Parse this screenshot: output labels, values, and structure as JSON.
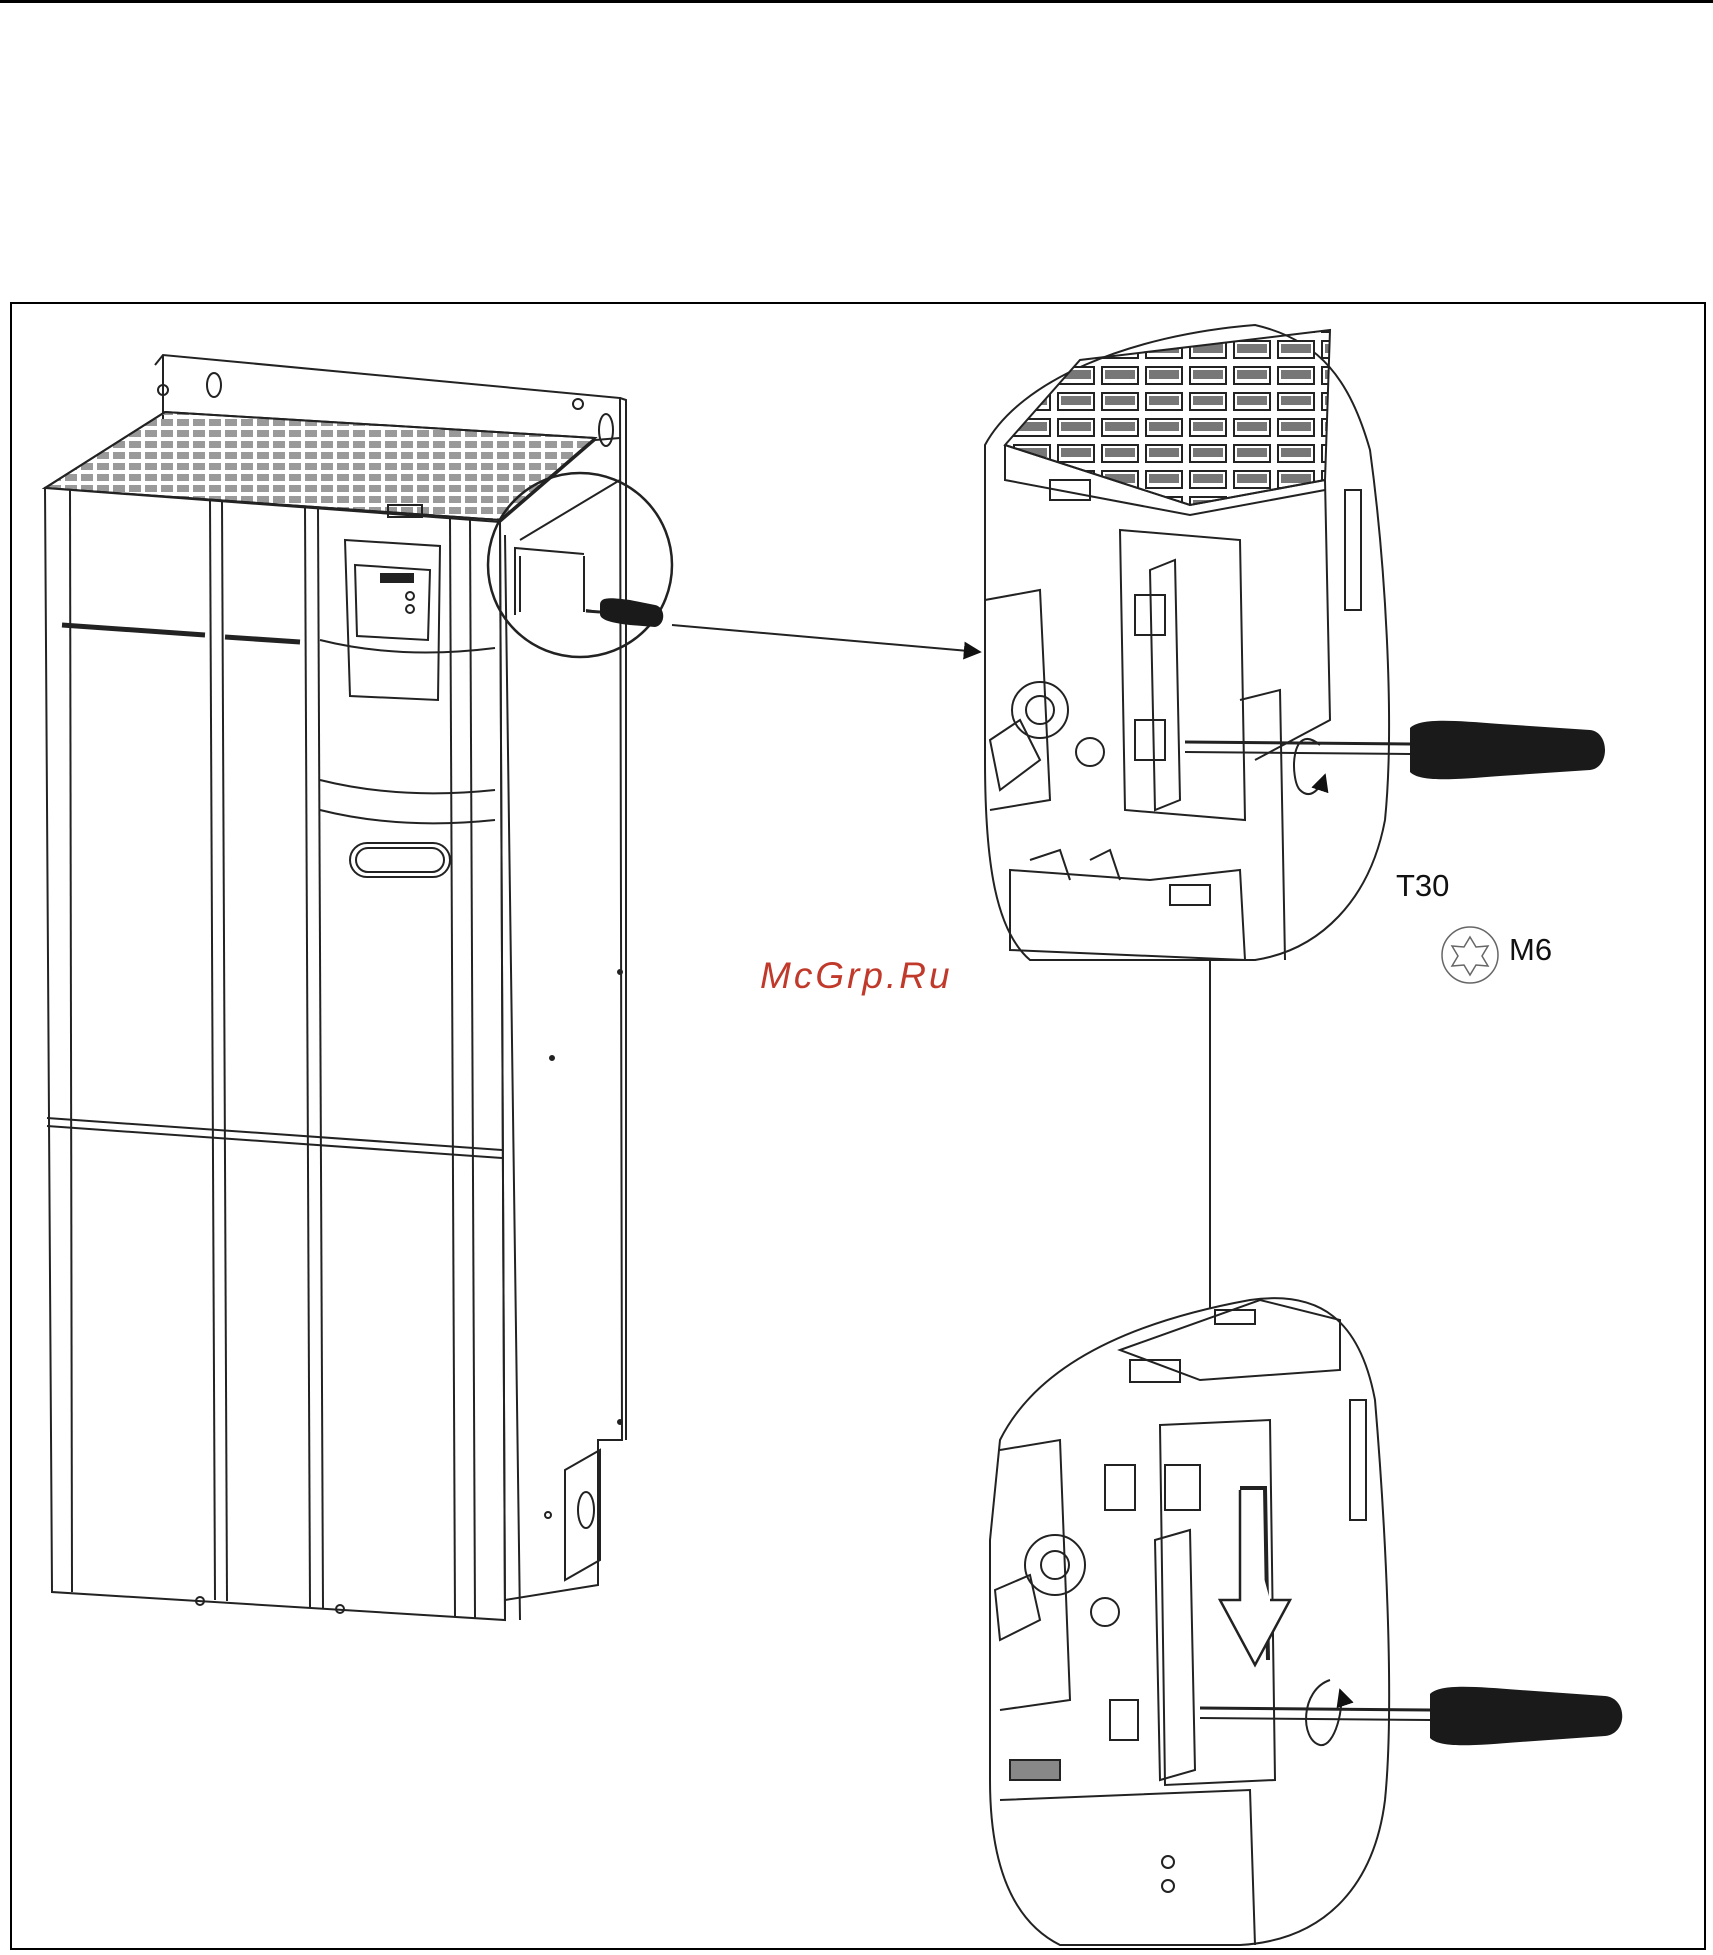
{
  "labels": {
    "torx_size": "T30",
    "screw_size": "M6"
  },
  "watermark": "McGrp.Ru",
  "colors": {
    "line": "#222222",
    "watermark": "#c0392b",
    "tool_handle": "#1a1a1a"
  },
  "icons": [
    "torx-star-icon",
    "rotate-arrow-icon",
    "down-arrow-icon",
    "screwdriver-icon"
  ]
}
